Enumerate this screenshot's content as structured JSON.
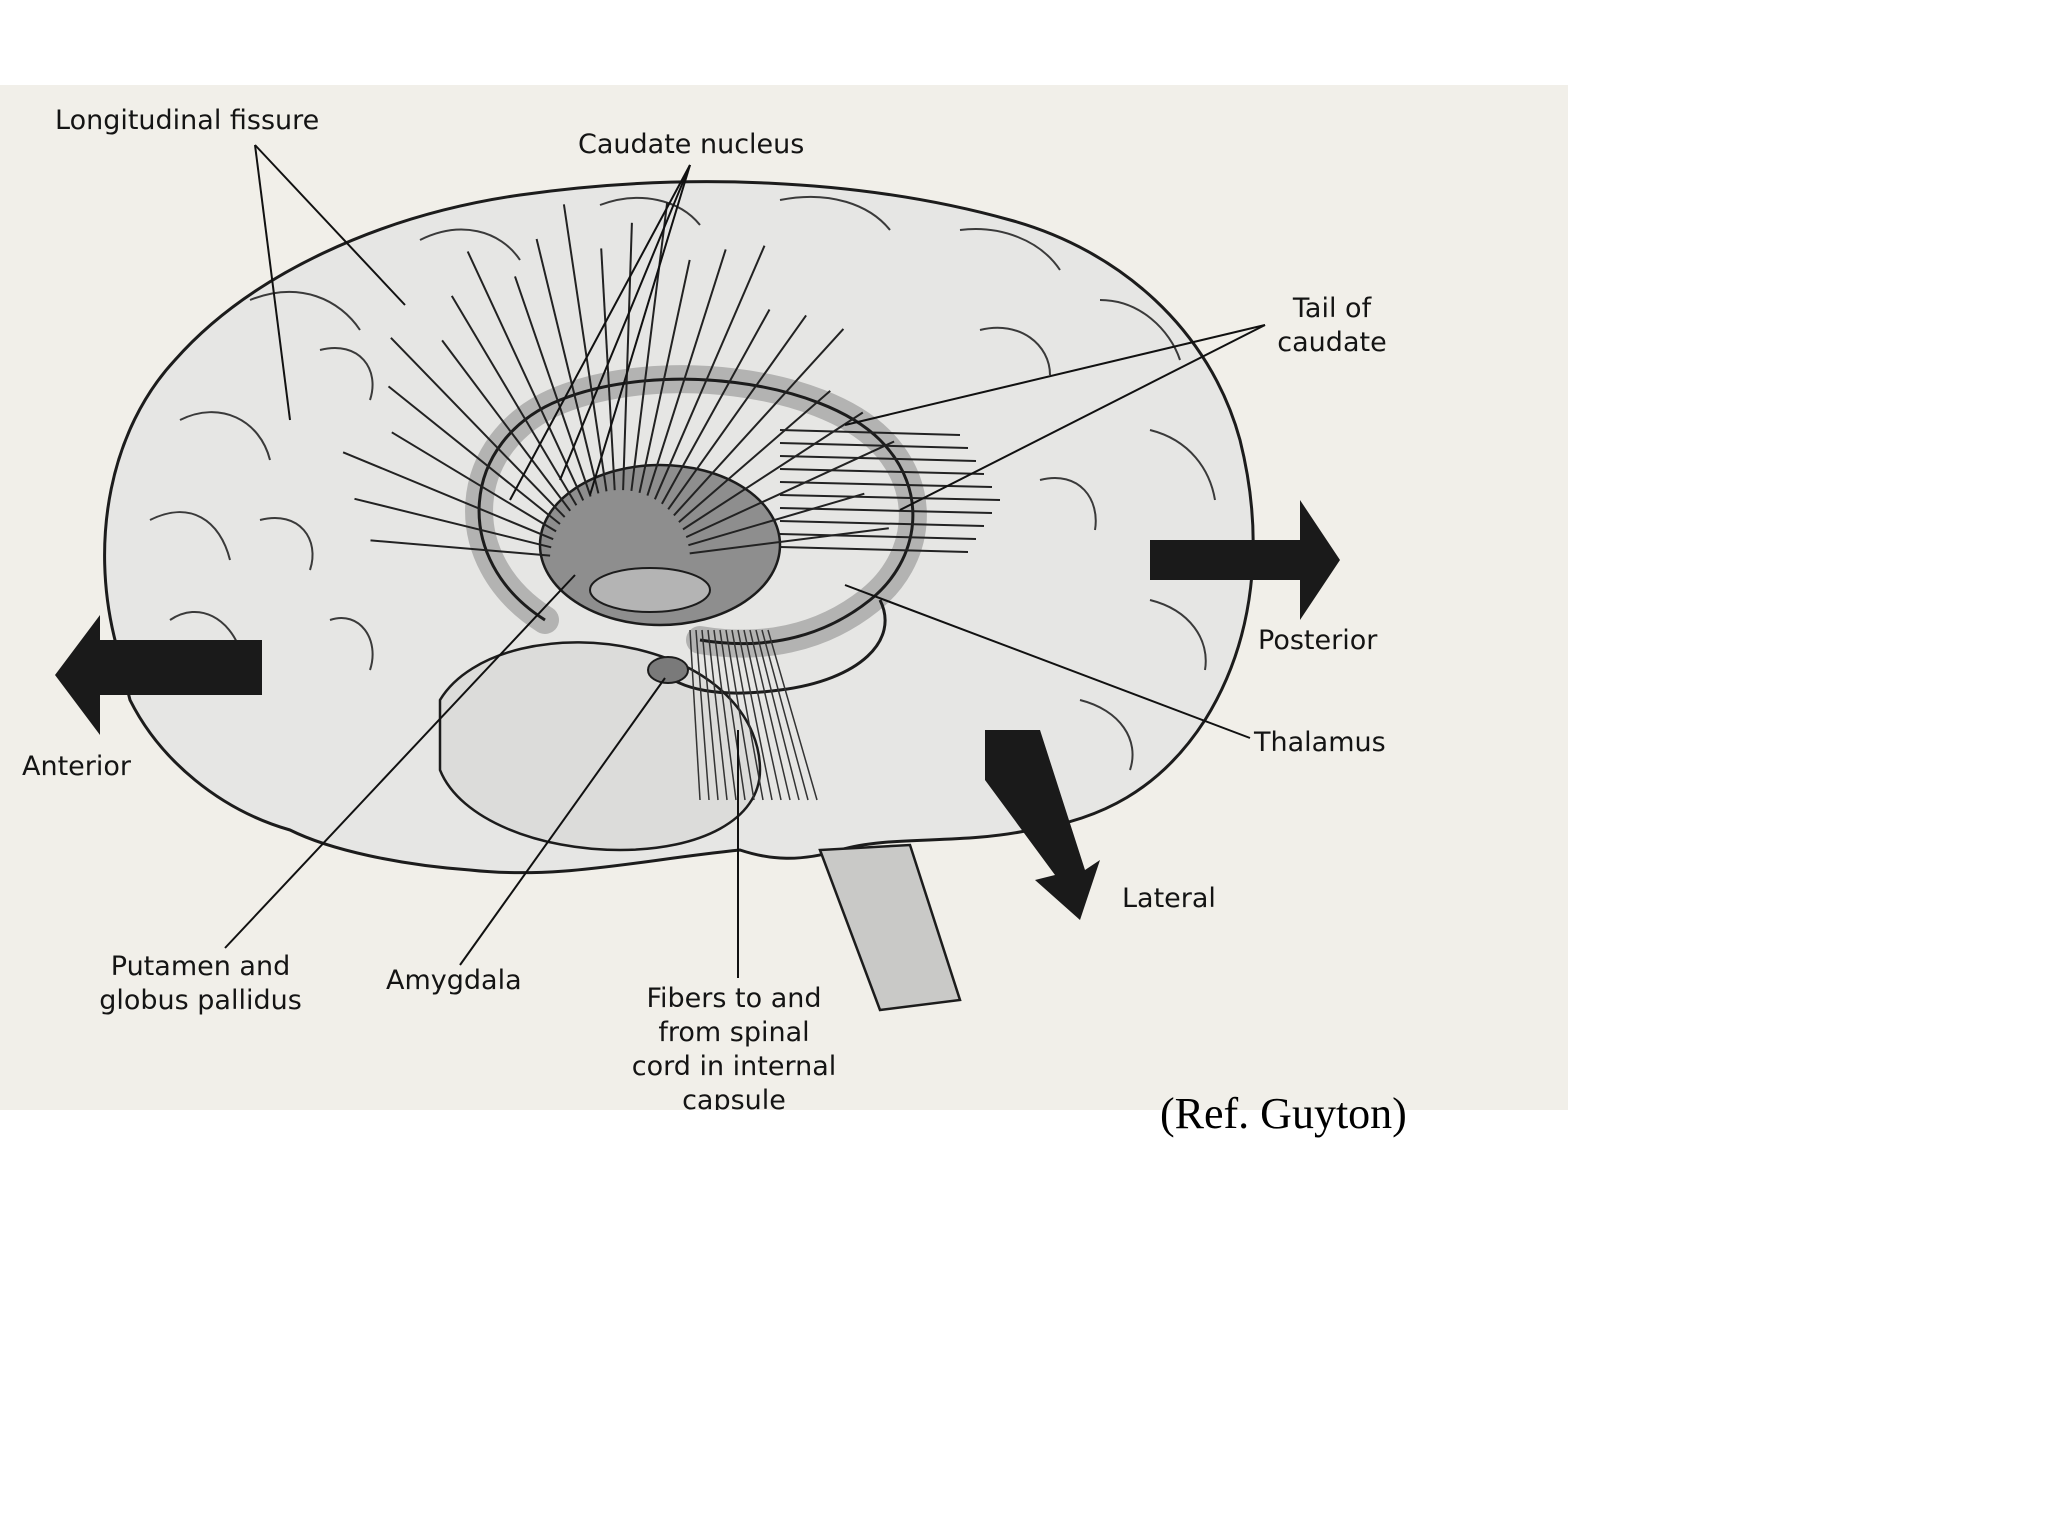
{
  "labels": {
    "longitudinal_fissure": "Longitudinal fissure",
    "caudate_nucleus": "Caudate nucleus",
    "tail_of_caudate_line1": "Tail of",
    "tail_of_caudate_line2": "caudate",
    "posterior": "Posterior",
    "anterior": "Anterior",
    "thalamus": "Thalamus",
    "lateral": "Lateral",
    "putamen_line1": "Putamen and",
    "putamen_line2": "globus pallidus",
    "amygdala": "Amygdala",
    "fibers_line1": "Fibers to and",
    "fibers_line2": "from spinal",
    "fibers_line3": "cord in internal",
    "fibers_line4": "capsule"
  },
  "reference": "(Ref. Guyton)",
  "colors": {
    "page_background": "#ffffff",
    "scan_background": "#f1efe9",
    "brain_fill": "#e4e4e4",
    "nucleus_fill": "#9a9a9a",
    "arrow_fill": "#1a1a1a",
    "line_color": "#111111"
  }
}
